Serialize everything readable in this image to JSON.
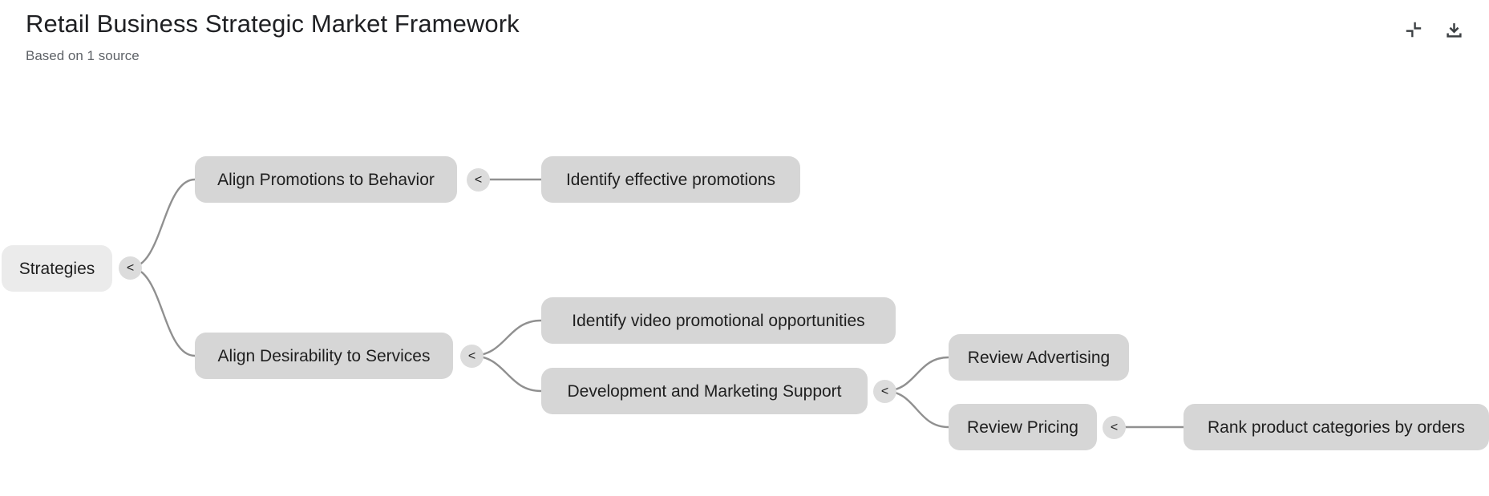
{
  "header": {
    "title": "Retail Business Strategic Market Framework",
    "subtitle": "Based on 1 source",
    "buttons": [
      {
        "name": "collapse-nodes",
        "icon": "collapse-icon"
      },
      {
        "name": "download",
        "icon": "download-icon"
      }
    ]
  },
  "colors": {
    "background": "#ffffff",
    "title_text": "#1f2023",
    "subtitle_text": "#5f6368",
    "root_node_bg": "#ebebeb",
    "child_node_bg": "#d6d6d6",
    "toggle_bg": "#dcdcdc",
    "node_text": "#1f1f1f",
    "connector": "#909090",
    "icon": "#3c4043"
  },
  "mindmap": {
    "toggle_glyph": "<",
    "nodes": [
      {
        "label": "Strategies",
        "level": 0,
        "has_toggle": true
      },
      {
        "label": "Align Promotions to Behavior",
        "level": 1,
        "has_toggle": true
      },
      {
        "label": "Identify effective promotions",
        "level": 2,
        "has_toggle": false
      },
      {
        "label": "Align Desirability to Services",
        "level": 1,
        "has_toggle": true
      },
      {
        "label": "Identify video promotional opportunities",
        "level": 2,
        "has_toggle": false
      },
      {
        "label": "Development and Marketing Support",
        "level": 2,
        "has_toggle": true
      },
      {
        "label": "Review Advertising",
        "level": 3,
        "has_toggle": false
      },
      {
        "label": "Review Pricing",
        "level": 3,
        "has_toggle": true
      },
      {
        "label": "Rank product categories by orders",
        "level": 4,
        "has_toggle": false
      }
    ],
    "tree": {
      "label": "Strategies",
      "children": [
        {
          "label": "Align Promotions to Behavior",
          "children": [
            {
              "label": "Identify effective promotions"
            }
          ]
        },
        {
          "label": "Align Desirability to Services",
          "children": [
            {
              "label": "Identify video promotional opportunities"
            },
            {
              "label": "Development and Marketing Support",
              "children": [
                {
                  "label": "Review Advertising"
                },
                {
                  "label": "Review Pricing",
                  "children": [
                    {
                      "label": "Rank product categories by orders"
                    }
                  ]
                }
              ]
            }
          ]
        }
      ]
    }
  }
}
